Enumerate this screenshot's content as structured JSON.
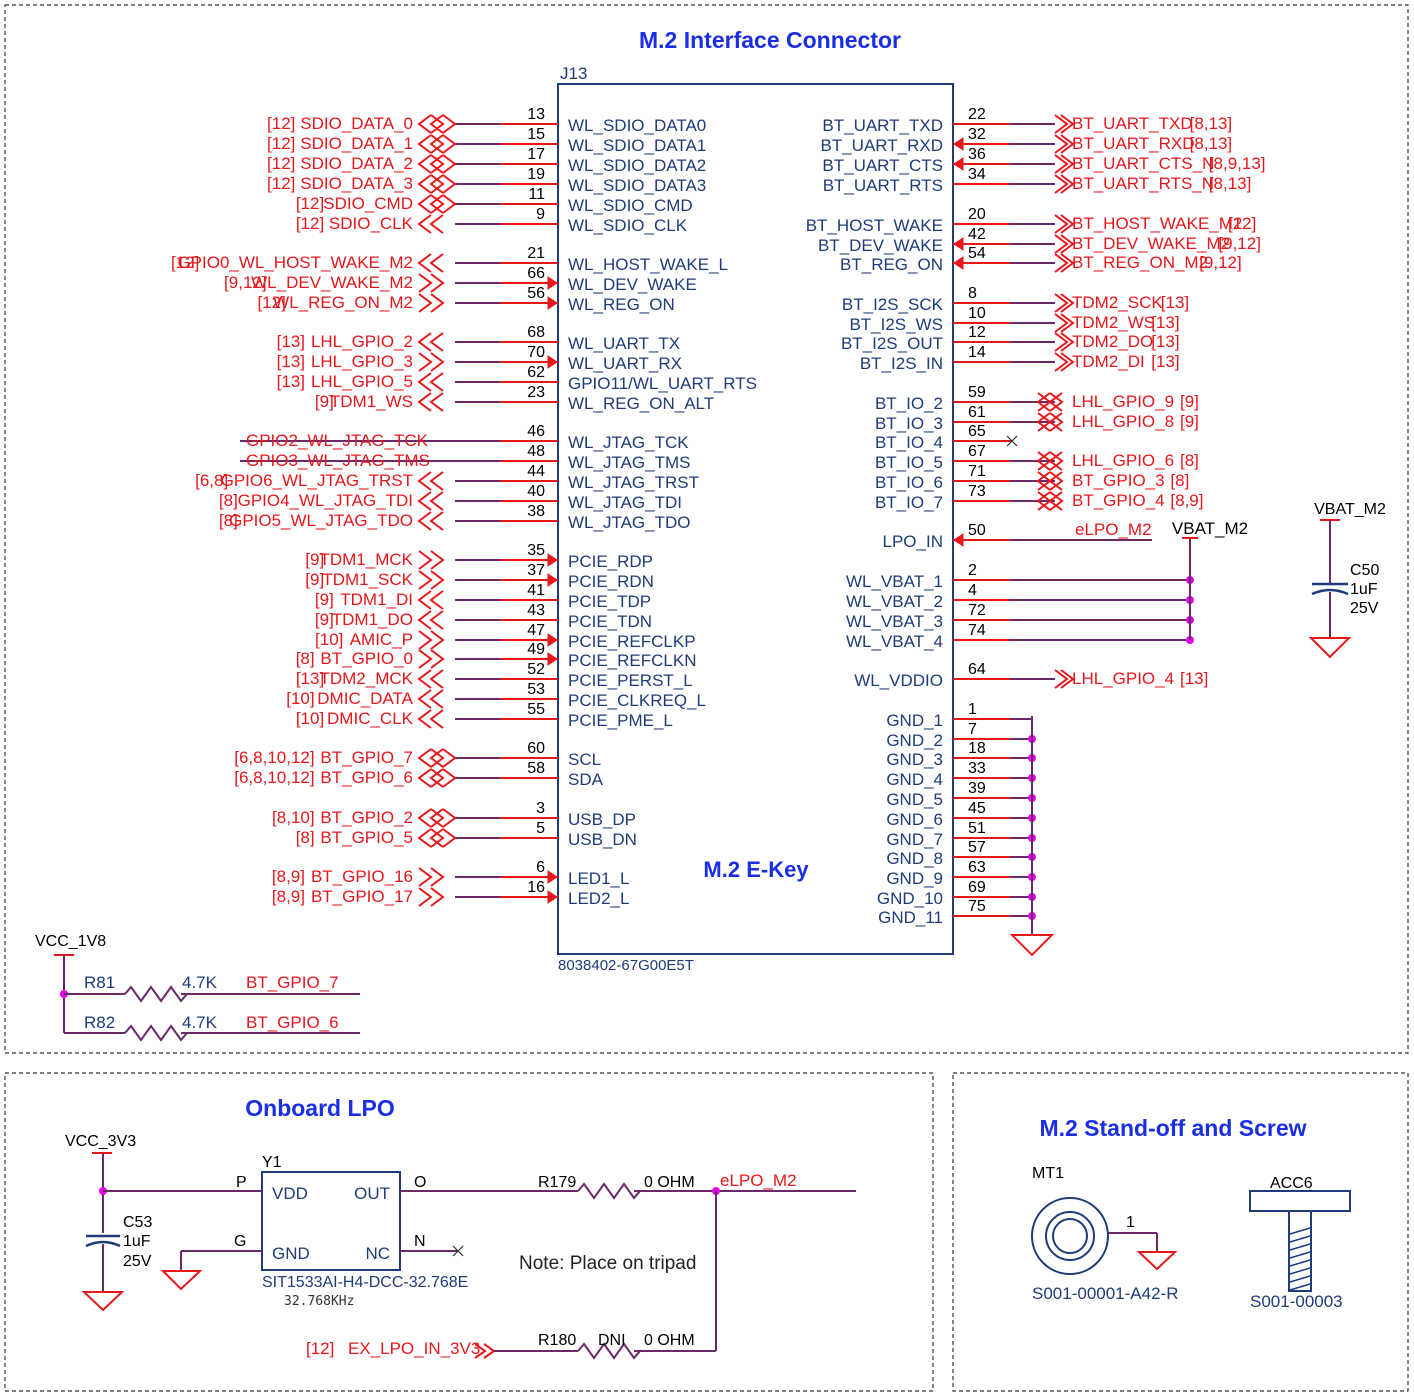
{
  "colors": {
    "wire": "#6a2a6a",
    "net": "#e8171c",
    "pin": "#1f3b7a",
    "junction": "#e600e6",
    "title": "#1a2ee6",
    "frame": "#333333"
  },
  "connector": {
    "title": "M.2 Interface Connector",
    "ref": "J13",
    "key": "M.2 E-Key",
    "part": "8038402-67G00E5T",
    "left_pins": [
      {
        "num": "13",
        "name": "WL_SDIO_DATA0",
        "net": "SDIO_DATA_0",
        "ref": "[12]",
        "dir": "bi"
      },
      {
        "num": "15",
        "name": "WL_SDIO_DATA1",
        "net": "SDIO_DATA_1",
        "ref": "[12]",
        "dir": "bi"
      },
      {
        "num": "17",
        "name": "WL_SDIO_DATA2",
        "net": "SDIO_DATA_2",
        "ref": "[12]",
        "dir": "bi"
      },
      {
        "num": "19",
        "name": "WL_SDIO_DATA3",
        "net": "SDIO_DATA_3",
        "ref": "[12]",
        "dir": "bi"
      },
      {
        "num": "11",
        "name": "WL_SDIO_CMD",
        "net": "SDIO_CMD",
        "ref": "[12]",
        "dir": "bi"
      },
      {
        "num": "9",
        "name": "WL_SDIO_CLK",
        "net": "SDIO_CLK",
        "ref": "[12]",
        "dir": "out"
      },
      {
        "num": "21",
        "name": "WL_HOST_WAKE_L",
        "net": "GPIO0_WL_HOST_WAKE_M2",
        "ref": "[12]",
        "dir": "out"
      },
      {
        "num": "66",
        "name": "WL_DEV_WAKE",
        "net": "WL_DEV_WAKE_M2",
        "ref": "[9,12]",
        "dir": "in"
      },
      {
        "num": "56",
        "name": "WL_REG_ON",
        "net": "WL_REG_ON_M2",
        "ref": "[12]",
        "dir": "in"
      },
      {
        "num": "68",
        "name": "WL_UART_TX",
        "net": "LHL_GPIO_2",
        "ref": "[13]",
        "dir": "out"
      },
      {
        "num": "70",
        "name": "WL_UART_RX",
        "net": "LHL_GPIO_3",
        "ref": "[13]",
        "dir": "in"
      },
      {
        "num": "62",
        "name": "GPIO11/WL_UART_RTS",
        "net": "LHL_GPIO_5",
        "ref": "[13]",
        "dir": "out"
      },
      {
        "num": "23",
        "name": "WL_REG_ON_ALT",
        "net": "TDM1_WS",
        "ref": "[9]",
        "dir": "out"
      },
      {
        "num": "46",
        "name": "WL_JTAG_TCK",
        "net": "GPIO2_WL_JTAG_TCK",
        "ref": "",
        "dir": "none"
      },
      {
        "num": "48",
        "name": "WL_JTAG_TMS",
        "net": "GPIO3_WL_JTAG_TMS",
        "ref": "",
        "dir": "none"
      },
      {
        "num": "44",
        "name": "WL_JTAG_TRST",
        "net": "GPIO6_WL_JTAG_TRST",
        "ref": "[6,8]",
        "dir": "out"
      },
      {
        "num": "40",
        "name": "WL_JTAG_TDI",
        "net": "GPIO4_WL_JTAG_TDI",
        "ref": "[8]",
        "dir": "out"
      },
      {
        "num": "38",
        "name": "WL_JTAG_TDO",
        "net": "GPIO5_WL_JTAG_TDO",
        "ref": "[8]",
        "dir": "out"
      },
      {
        "num": "35",
        "name": "PCIE_RDP",
        "net": "TDM1_MCK",
        "ref": "[9]",
        "dir": "in"
      },
      {
        "num": "37",
        "name": "PCIE_RDN",
        "net": "TDM1_SCK",
        "ref": "[9]",
        "dir": "in"
      },
      {
        "num": "41",
        "name": "PCIE_TDP",
        "net": "TDM1_DI",
        "ref": "[9]",
        "dir": "out"
      },
      {
        "num": "43",
        "name": "PCIE_TDN",
        "net": "TDM1_DO",
        "ref": "[9]",
        "dir": "out"
      },
      {
        "num": "47",
        "name": "PCIE_REFCLKP",
        "net": "AMIC_P",
        "ref": "[10]",
        "dir": "in"
      },
      {
        "num": "49",
        "name": "PCIE_REFCLKN",
        "net": "BT_GPIO_0",
        "ref": "[8]",
        "dir": "in"
      },
      {
        "num": "52",
        "name": "PCIE_PERST_L",
        "net": "TDM2_MCK",
        "ref": "[13]",
        "dir": "out"
      },
      {
        "num": "53",
        "name": "PCIE_CLKREQ_L",
        "net": "DMIC_DATA",
        "ref": "[10]",
        "dir": "out"
      },
      {
        "num": "55",
        "name": "PCIE_PME_L",
        "net": "DMIC_CLK",
        "ref": "[10]",
        "dir": "out"
      },
      {
        "num": "60",
        "name": "SCL",
        "net": "BT_GPIO_7",
        "ref": "[6,8,10,12]",
        "dir": "bi"
      },
      {
        "num": "58",
        "name": "SDA",
        "net": "BT_GPIO_6",
        "ref": "[6,8,10,12]",
        "dir": "bi"
      },
      {
        "num": "3",
        "name": "USB_DP",
        "net": "BT_GPIO_2",
        "ref": "[8,10]",
        "dir": "bi"
      },
      {
        "num": "5",
        "name": "USB_DN",
        "net": "BT_GPIO_5",
        "ref": "[8]",
        "dir": "bi"
      },
      {
        "num": "6",
        "name": "LED1_L",
        "net": "BT_GPIO_16",
        "ref": "[8,9]",
        "dir": "in"
      },
      {
        "num": "16",
        "name": "LED2_L",
        "net": "BT_GPIO_17",
        "ref": "[8,9]",
        "dir": "in"
      }
    ],
    "right_pins": [
      {
        "num": "22",
        "name": "BT_UART_TXD",
        "net": "BT_UART_TXD",
        "ref": "[8,13]",
        "dir": "out"
      },
      {
        "num": "32",
        "name": "BT_UART_RXD",
        "net": "BT_UART_RXD",
        "ref": "[8,13]",
        "dir": "in"
      },
      {
        "num": "36",
        "name": "BT_UART_CTS",
        "net": "BT_UART_CTS_N",
        "ref": "[8,9,13]",
        "dir": "in"
      },
      {
        "num": "34",
        "name": "BT_UART_RTS",
        "net": "BT_UART_RTS_N",
        "ref": "[8,13]",
        "dir": "out"
      },
      {
        "num": "20",
        "name": "BT_HOST_WAKE",
        "net": "BT_HOST_WAKE_M2",
        "ref": "[12]",
        "dir": "out"
      },
      {
        "num": "42",
        "name": "BT_DEV_WAKE",
        "net": "BT_DEV_WAKE_M2",
        "ref": "[9,12]",
        "dir": "in"
      },
      {
        "num": "54",
        "name": "BT_REG_ON",
        "net": "BT_REG_ON_M2",
        "ref": "[9,12]",
        "dir": "in"
      },
      {
        "num": "8",
        "name": "BT_I2S_SCK",
        "net": "TDM2_SCK",
        "ref": "[13]",
        "dir": "out"
      },
      {
        "num": "10",
        "name": "BT_I2S_WS",
        "net": "TDM2_WS",
        "ref": "[13]",
        "dir": "out"
      },
      {
        "num": "12",
        "name": "BT_I2S_OUT",
        "net": "TDM2_DO",
        "ref": "[13]",
        "dir": "out"
      },
      {
        "num": "14",
        "name": "BT_I2S_IN",
        "net": "TDM2_DI",
        "ref": "[13]",
        "dir": "out"
      },
      {
        "num": "59",
        "name": "BT_IO_2",
        "net": "LHL_GPIO_9",
        "ref": "[9]",
        "dir": "bi"
      },
      {
        "num": "61",
        "name": "BT_IO_3",
        "net": "LHL_GPIO_8",
        "ref": "[9]",
        "dir": "bi"
      },
      {
        "num": "65",
        "name": "BT_IO_4",
        "net": "",
        "ref": "",
        "dir": "nc"
      },
      {
        "num": "67",
        "name": "BT_IO_5",
        "net": "LHL_GPIO_6",
        "ref": "[8]",
        "dir": "bi"
      },
      {
        "num": "71",
        "name": "BT_IO_6",
        "net": "BT_GPIO_3",
        "ref": "[8]",
        "dir": "bi"
      },
      {
        "num": "73",
        "name": "BT_IO_7",
        "net": "BT_GPIO_4",
        "ref": "[8,9]",
        "dir": "bi"
      },
      {
        "num": "50",
        "name": "LPO_IN",
        "net": "eLPO_M2",
        "ref": "",
        "dir": "local"
      },
      {
        "num": "2",
        "name": "WL_VBAT_1",
        "net": "",
        "ref": "",
        "dir": "vbat"
      },
      {
        "num": "4",
        "name": "WL_VBAT_2",
        "net": "",
        "ref": "",
        "dir": "vbat"
      },
      {
        "num": "72",
        "name": "WL_VBAT_3",
        "net": "",
        "ref": "",
        "dir": "vbat"
      },
      {
        "num": "74",
        "name": "WL_VBAT_4",
        "net": "",
        "ref": "",
        "dir": "vbat"
      },
      {
        "num": "64",
        "name": "WL_VDDIO",
        "net": "LHL_GPIO_4",
        "ref": "[13]",
        "dir": "out"
      },
      {
        "num": "1",
        "name": "GND_1",
        "net": "",
        "ref": "",
        "dir": "gnd"
      },
      {
        "num": "7",
        "name": "GND_2",
        "net": "",
        "ref": "",
        "dir": "gnd"
      },
      {
        "num": "18",
        "name": "GND_3",
        "net": "",
        "ref": "",
        "dir": "gnd"
      },
      {
        "num": "33",
        "name": "GND_4",
        "net": "",
        "ref": "",
        "dir": "gnd"
      },
      {
        "num": "39",
        "name": "GND_5",
        "net": "",
        "ref": "",
        "dir": "gnd"
      },
      {
        "num": "45",
        "name": "GND_6",
        "net": "",
        "ref": "",
        "dir": "gnd"
      },
      {
        "num": "51",
        "name": "GND_7",
        "net": "",
        "ref": "",
        "dir": "gnd"
      },
      {
        "num": "57",
        "name": "GND_8",
        "net": "",
        "ref": "",
        "dir": "gnd"
      },
      {
        "num": "63",
        "name": "GND_9",
        "net": "",
        "ref": "",
        "dir": "gnd"
      },
      {
        "num": "69",
        "name": "GND_10",
        "net": "",
        "ref": "",
        "dir": "gnd"
      },
      {
        "num": "75",
        "name": "GND_11",
        "net": "",
        "ref": "",
        "dir": "gnd"
      }
    ],
    "vbat_label": "VBAT_M2",
    "cap_c50": {
      "vbat": "VBAT_M2",
      "ref": "C50",
      "value": "1uF",
      "voltage": "25V"
    },
    "pullups": {
      "supply": "VCC_1V8",
      "items": [
        {
          "ref": "R81",
          "value": "4.7K",
          "net": "BT_GPIO_7"
        },
        {
          "ref": "R82",
          "value": "4.7K",
          "net": "BT_GPIO_6"
        }
      ]
    }
  },
  "lpo": {
    "title": "Onboard LPO",
    "supply": "VCC_3V3",
    "cap": {
      "ref": "C53",
      "value": "1uF",
      "voltage": "25V"
    },
    "osc": {
      "ref": "Y1",
      "vdd": "VDD",
      "gnd": "GND",
      "out": "OUT",
      "nc": "NC",
      "p": "P",
      "g": "G",
      "o": "O",
      "n": "N",
      "part": "SIT1533AI-H4-DCC-32.768E",
      "freq": "32.768KHz"
    },
    "r179": {
      "ref": "R179",
      "value": "0 OHM"
    },
    "net": "eLPO_M2",
    "note": "Note: Place on tripad",
    "r180": {
      "ref": "R180",
      "dni": "DNI",
      "value": "0 OHM"
    },
    "ext": {
      "ref": "[12]",
      "net": "EX_LPO_IN_3V3"
    }
  },
  "standoff": {
    "title": "M.2 Stand-off and Screw",
    "mt1": {
      "ref": "MT1",
      "pin": "1",
      "part": "S001-00001-A42-R"
    },
    "acc6": {
      "ref": "ACC6",
      "part": "S001-00003"
    }
  }
}
